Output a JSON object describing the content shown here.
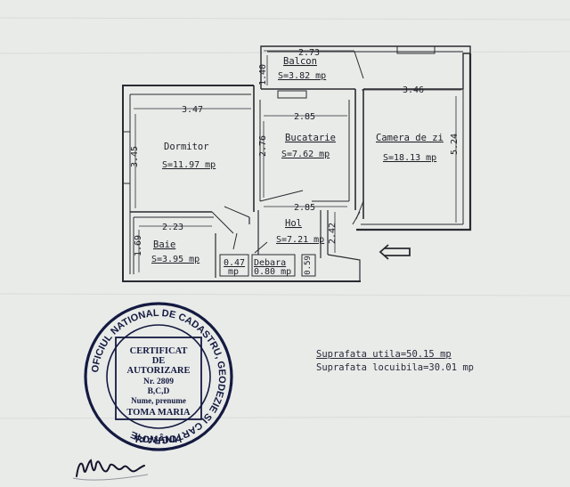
{
  "rooms": {
    "balcon": {
      "name": "Balcon",
      "area": "S=3.82 mp"
    },
    "dormitor": {
      "name": "Dormitor",
      "area": "S=11.97 mp"
    },
    "bucatarie": {
      "name": "Bucatarie",
      "area": "S=7.62 mp"
    },
    "camera": {
      "name": "Camera de zi",
      "area": "S=18.13 mp"
    },
    "hol": {
      "name": "Hol",
      "area": "S=7.21 mp"
    },
    "baie": {
      "name": "Baie",
      "area": "S=3.95 mp"
    },
    "wc": {
      "area": "0.47",
      "unit": "mp"
    },
    "debara": {
      "name": "Debara",
      "area": "0.80 mp"
    }
  },
  "dimensions": {
    "balcon_width": "2.73",
    "balcon_depth": "1.40",
    "camera_width": "3.46",
    "camera_depth": "5.24",
    "dormitor_width": "3.47",
    "dormitor_depth": "3.45",
    "bucatarie_width": "2.85",
    "bucatarie_depth": "2.76",
    "hol_width": "2.85",
    "hol_depth": "2.42",
    "baie_width": "2.23",
    "baie_depth": "1.69",
    "debara_depth": "0.59"
  },
  "summary": {
    "utila": "Suprafata utila=50.15 mp",
    "locuibila": "Suprafata locuibila=30.01 mp"
  },
  "stamp": {
    "ring_text": "OFICIUL NATIONAL DE CADASTRU, GEODEZIE SI CARTOGRAFIE",
    "country": "ROMÂNIA",
    "certificat": "CERTIFICAT",
    "de": "DE",
    "autorizare": "AUTORIZARE",
    "nr": "Nr. 2809",
    "categorii": "B,C,D",
    "nume_label": "Nume, prenume",
    "nume": "TOMA MARIA"
  },
  "colors": {
    "ink": "#1e1e26",
    "stamp_ink": "#141a40",
    "paper": "#e9ebe9"
  }
}
